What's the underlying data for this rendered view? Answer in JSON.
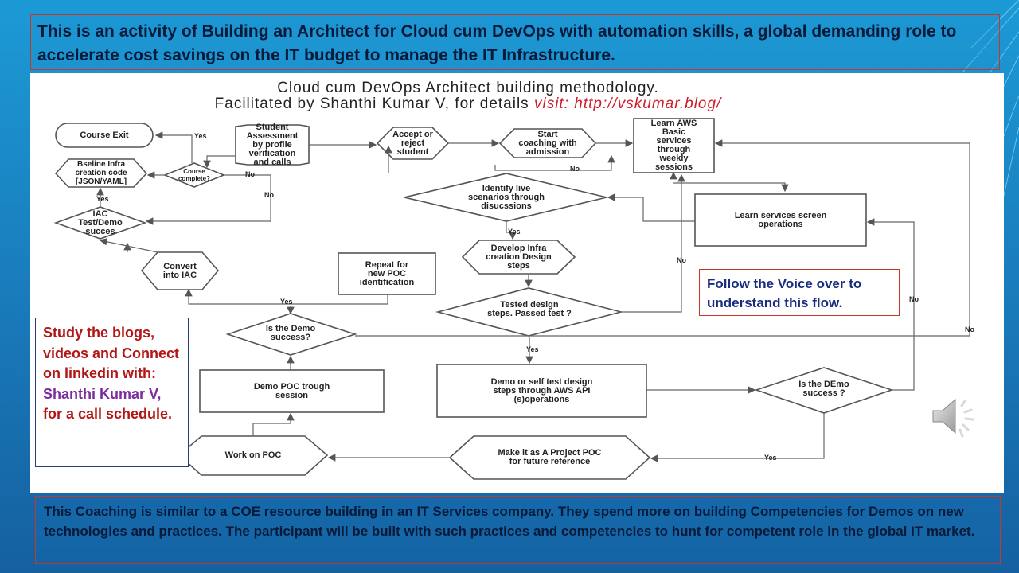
{
  "header": {
    "text": "This is an activity of  Building an Architect for Cloud cum DevOps with automation skills, a global demanding role to accelerate cost savings on the IT budget to manage the IT Infrastructure."
  },
  "diagram": {
    "title_line1": "Cloud cum DevOps Architect building methodology.",
    "title_line2": "Facilitated  by Shanthi Kumar V, for details ",
    "title_link": "visit: http://vskumar.blog/",
    "nodes": {
      "course_exit": "Course Exit",
      "student_assessment": "Student\nAssessment\nby profile\nverification\nand calls",
      "accept_reject": "Accept or\nreject\nstudent",
      "start_coaching": "Start\ncoaching with\nadmission",
      "learn_aws": "Learn AWS\nBasic\nservices\nthrough\nweekly\nsessions",
      "baseline_infra": "Bseline Infra\ncreation code\n[JSON/YAML]",
      "course_complete": "Course\ncomplete?",
      "identify_live": "Identify live\nscenarios through\ndisucssions",
      "learn_screen": "Learn services screen\noperations",
      "iac_test": "IAC\nTest/Demo\nsucces",
      "convert_iac": "Convert\ninto IAC",
      "repeat_poc": "Repeat for\nnew POC\nidentification",
      "develop_infra": "Develop Infra\ncreation Design\nsteps",
      "tested_design": "Tested  design\nsteps. Passed test ?",
      "demo_success_q": "Is the Demo\nsuccess?",
      "demo_poc": "Demo POC trough\nsession",
      "demo_self_test": "Demo or self test design\nsteps through AWS API\n(s)operations",
      "demo_success_2": "Is the DEmo\nsuccess ?",
      "work_poc": "Work on POC",
      "project_poc": "Make it as A Project POC\nfor future reference"
    },
    "edge_labels": {
      "yes": "Yes",
      "no": "No",
      "yes_caps": "Yes"
    }
  },
  "notes": {
    "voice": "Follow the Voice over to understand this flow.",
    "blogs_text": "Study the blogs, videos and Connect on linkedin with:",
    "blogs_name": "Shanthi Kumar V,",
    "blogs_tail": "for a call schedule."
  },
  "footer": {
    "text": "This Coaching is similar to a COE resource building in an IT Services company.  They spend more on building Competencies for Demos on new technologies and practices. The participant will be built with such practices and competencies to hunt for competent role in the global IT market."
  },
  "icons": {
    "speaker": "speaker-icon"
  }
}
